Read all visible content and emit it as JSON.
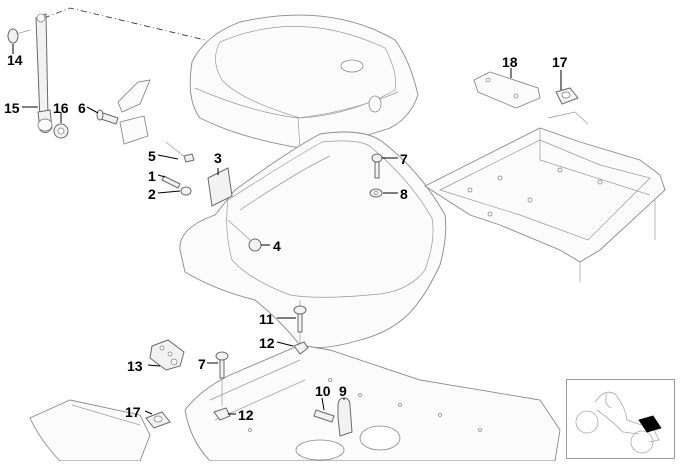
{
  "diagram": {
    "title": "Exploded parts view - rear seat / top case carrier",
    "colors": {
      "line": "#8a8a8a",
      "label": "#000000",
      "highlight": "#000000",
      "background": "#ffffff"
    },
    "callouts": [
      {
        "id": "c14",
        "label": "14",
        "part": "rivet"
      },
      {
        "id": "c15",
        "label": "15",
        "part": "support-strap"
      },
      {
        "id": "c16",
        "label": "16",
        "part": "bushing"
      },
      {
        "id": "c6",
        "label": "6",
        "part": "screw"
      },
      {
        "id": "c5",
        "label": "5",
        "part": "cable-pin"
      },
      {
        "id": "c3",
        "label": "3",
        "part": "hinge-bracket"
      },
      {
        "id": "c1",
        "label": "1",
        "part": "bolt"
      },
      {
        "id": "c2",
        "label": "2",
        "part": "washer"
      },
      {
        "id": "c4",
        "label": "4",
        "part": "rubber-buffer"
      },
      {
        "id": "c7a",
        "label": "7",
        "part": "screw"
      },
      {
        "id": "c8",
        "label": "8",
        "part": "washer"
      },
      {
        "id": "c18",
        "label": "18",
        "part": "plate"
      },
      {
        "id": "c17a",
        "label": "17",
        "part": "clip-nut"
      },
      {
        "id": "c11",
        "label": "11",
        "part": "screw"
      },
      {
        "id": "c12a",
        "label": "12",
        "part": "grommet"
      },
      {
        "id": "c13",
        "label": "13",
        "part": "tool-holder"
      },
      {
        "id": "c7b",
        "label": "7",
        "part": "screw"
      },
      {
        "id": "c10",
        "label": "10",
        "part": "bolt"
      },
      {
        "id": "c9",
        "label": "9",
        "part": "lock-eyelet"
      },
      {
        "id": "c17b",
        "label": "17",
        "part": "clip-nut"
      },
      {
        "id": "c12b",
        "label": "12",
        "part": "grommet"
      }
    ],
    "thumbnail": {
      "name": "motorcycle-locator",
      "highlighted_area": "rear seat"
    }
  }
}
